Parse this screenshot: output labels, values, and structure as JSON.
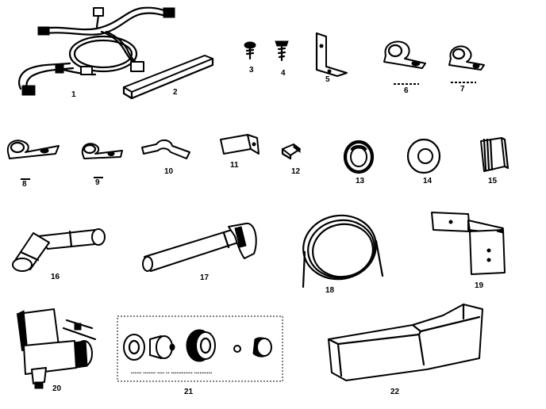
{
  "diagram": {
    "parts": [
      {
        "id": "1",
        "label": "1"
      },
      {
        "id": "2",
        "label": "2"
      },
      {
        "id": "3",
        "label": "3"
      },
      {
        "id": "4",
        "label": "4"
      },
      {
        "id": "5",
        "label": "5"
      },
      {
        "id": "6",
        "label": "6"
      },
      {
        "id": "7",
        "label": "7"
      },
      {
        "id": "8",
        "label": "8"
      },
      {
        "id": "9",
        "label": "9"
      },
      {
        "id": "10",
        "label": "10"
      },
      {
        "id": "11",
        "label": "11"
      },
      {
        "id": "12",
        "label": "12"
      },
      {
        "id": "13",
        "label": "13"
      },
      {
        "id": "14",
        "label": "14"
      },
      {
        "id": "15",
        "label": "15"
      },
      {
        "id": "16",
        "label": "16"
      },
      {
        "id": "17",
        "label": "17"
      },
      {
        "id": "18",
        "label": "18"
      },
      {
        "id": "19",
        "label": "19"
      },
      {
        "id": "20",
        "label": "20"
      },
      {
        "id": "21",
        "label": "21"
      },
      {
        "id": "22",
        "label": "22"
      }
    ]
  }
}
